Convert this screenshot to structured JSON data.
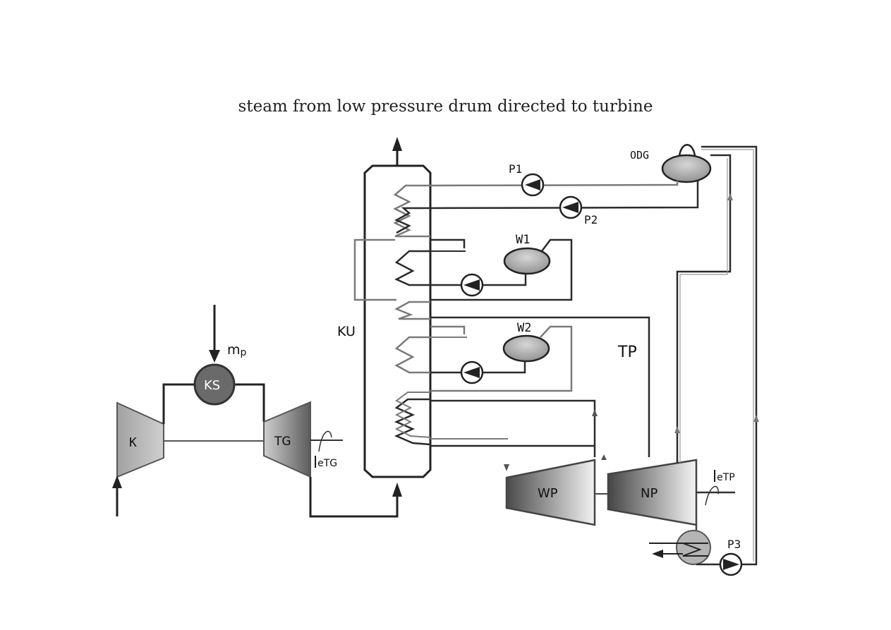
{
  "caption": "steam from low pressure drum directed to turbine",
  "labels": {
    "compressor": "K",
    "combustion_chamber": "KS",
    "gas_turbine": "TG",
    "fuel": "m",
    "fuel_sub": "p",
    "gt_power": "l",
    "gt_power_sub": "eTG",
    "hrsg": "KU",
    "deaerator": "ODG",
    "pump1": "P1",
    "pump2": "P2",
    "drum_high": "W1",
    "drum_low": "W2",
    "steam_turbine": "TP",
    "hp_turbine": "WP",
    "lp_turbine": "NP",
    "st_power": "l",
    "st_power_sub": "eTP",
    "pump3": "P3"
  },
  "colors": {
    "dark_line": "#2a2a2a",
    "grey_line": "#7a7a7a",
    "drum_fill": "#a9a9a9",
    "ks_fill": "#6a6a6a",
    "condenser_fill": "#b5b5b5"
  }
}
